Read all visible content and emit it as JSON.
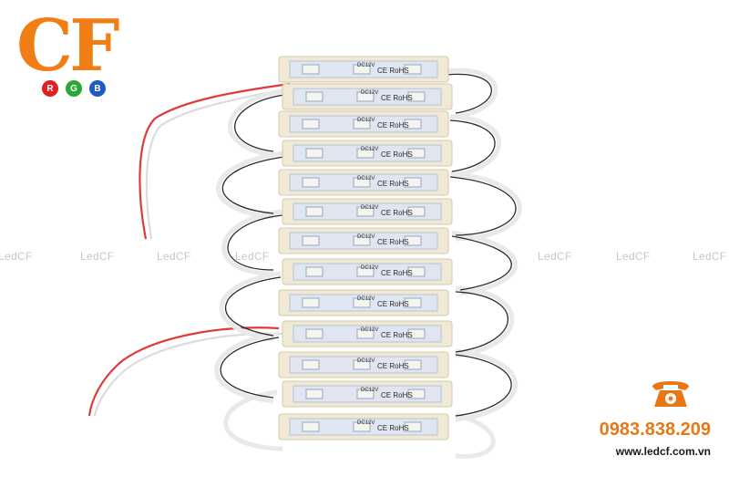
{
  "logo": {
    "text": "CF",
    "letters": [
      {
        "char": "R",
        "color": "#e02020"
      },
      {
        "char": "G",
        "color": "#2aa836"
      },
      {
        "char": "B",
        "color": "#1f5bc4"
      }
    ],
    "color": "#f07e14"
  },
  "watermark": {
    "text": "LedCF",
    "color": "#c7c7c7"
  },
  "module_print": {
    "voltage": "DC12V",
    "cert": "CE RoHS"
  },
  "contact": {
    "icon": "phone-icon",
    "phone": "0983.838.209",
    "website": "www.ledcf.com.vn",
    "accent": "#e67817"
  }
}
